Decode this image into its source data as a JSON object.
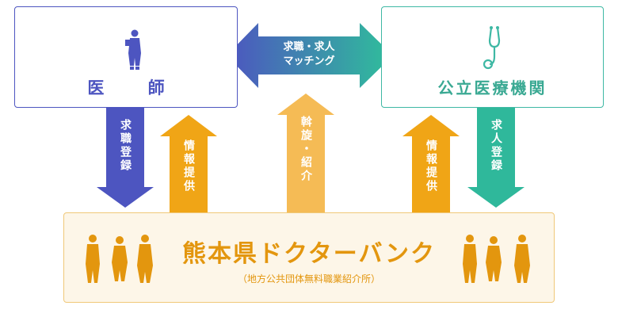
{
  "doctor": {
    "title": "医 師",
    "icon": "doctor-silhouette-icon"
  },
  "public_institution": {
    "title": "公立医療機関",
    "icon": "stethoscope-icon"
  },
  "matching_arrow": {
    "line1": "求職・求人",
    "line2": "マッチング"
  },
  "arrows": {
    "doctor_job_registration": "求職登録",
    "info_to_doctor": "情報提供",
    "mediation": "斡旋・紹介",
    "info_to_institution": "情報提供",
    "institution_job_registration": "求人登録"
  },
  "bank": {
    "title": "熊本県ドクターバンク",
    "subtitle": "（地方公共団体無料職業紹介所）",
    "icon": "people-silhouettes-icon"
  },
  "colors": {
    "doctor_blue": "#4d55c0",
    "teal": "#3eb8a4",
    "orange": "#f0a516",
    "light_orange": "#f5bb55",
    "bank_bg": "#fdf6e8"
  }
}
